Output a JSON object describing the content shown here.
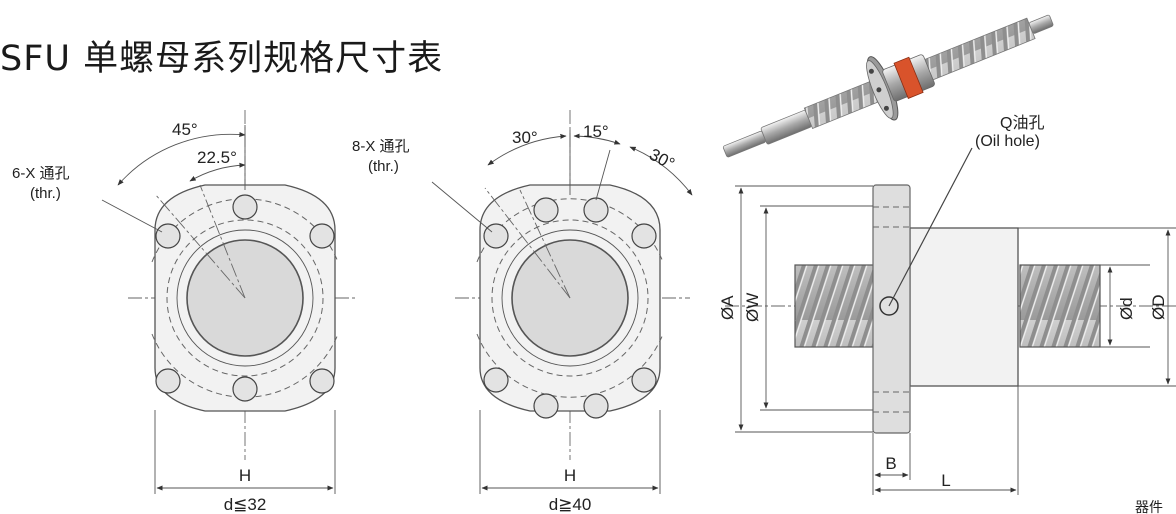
{
  "title": "SFU 单螺母系列规格尺寸表",
  "left_view": {
    "angle_outer": "45°",
    "angle_inner": "22.5°",
    "holes_label": "6-X 通孔",
    "holes_note": "(thr.)",
    "width_label": "H",
    "condition": "d≦32"
  },
  "middle_view": {
    "angle_left": "30°",
    "angle_mid": "15°",
    "angle_right": "30°",
    "holes_label": "8-X 通孔",
    "holes_note": "(thr.)",
    "width_label": "H",
    "condition": "d≧40"
  },
  "side_view": {
    "oil_label": "Q油孔",
    "oil_label_en": "(Oil hole)",
    "dim_A": "ØA",
    "dim_W": "ØW",
    "dim_d": "Ød",
    "dim_D": "ØD",
    "dim_B": "B",
    "dim_L": "L"
  },
  "corner_text": "器件"
}
